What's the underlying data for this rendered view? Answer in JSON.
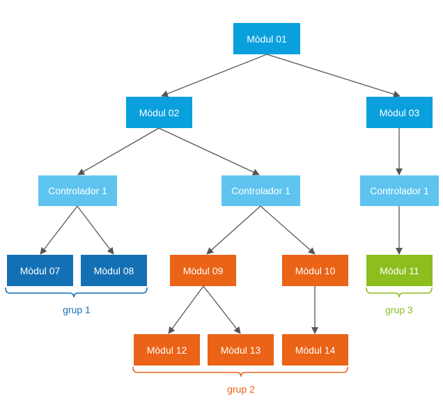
{
  "colors": {
    "module_blue": "#0aa0de",
    "controller_blue": "#5ec4ef",
    "group1_blue": "#1470b4",
    "group2_orange": "#ea6316",
    "group3_green": "#8cbe1e",
    "arrow": "#555555"
  },
  "nodes": {
    "modul01": "Mòdul 01",
    "modul02": "Mòdul 02",
    "modul03": "Mòdul 03",
    "ctrl_a": "Controlador 1",
    "ctrl_b": "Controlador 1",
    "ctrl_c": "Controlador 1",
    "modul07": "Mòdul 07",
    "modul08": "Mòdul 08",
    "modul09": "Mòdul 09",
    "modul10": "Mòdul 10",
    "modul11": "Mòdul 11",
    "modul12": "Mòdul 12",
    "modul13": "Mòdul 13",
    "modul14": "Mòdul 14"
  },
  "groups": {
    "grup1": "grup 1",
    "grup2": "grup 2",
    "grup3": "grup 3"
  }
}
